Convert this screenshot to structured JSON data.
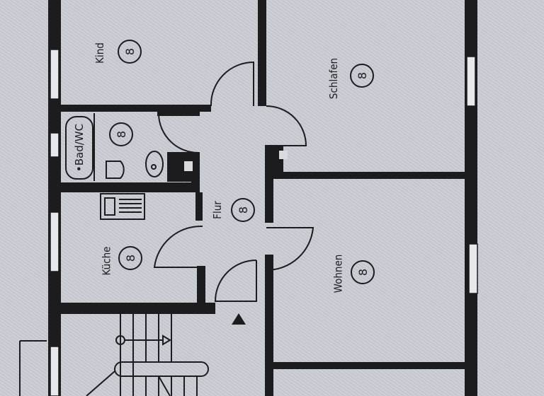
{
  "plan": {
    "type": "apartment floor plan (rotated 90°)",
    "colors": {
      "paper": "#caccd4",
      "wall": "#1c1c1e",
      "window": "#e6e8ec"
    },
    "rooms": [
      {
        "id": "kind",
        "label": "Kind",
        "number": "8"
      },
      {
        "id": "schlafen",
        "label": "Schlafen",
        "number": "8"
      },
      {
        "id": "bad_wc",
        "label": "•Bad/WC",
        "number": "8"
      },
      {
        "id": "flur",
        "label": "Flur",
        "number": "8"
      },
      {
        "id": "kueche",
        "label": "Küche",
        "number": "8"
      },
      {
        "id": "wohnen",
        "label": "Wohnen",
        "number": "8"
      }
    ],
    "symbols": {
      "entrance": "entrance-triangle",
      "stairs": "staircase",
      "stove": "kitchen-stove",
      "toilet": "toilet",
      "sink": "washbasin",
      "shaft": "service-shaft"
    }
  }
}
